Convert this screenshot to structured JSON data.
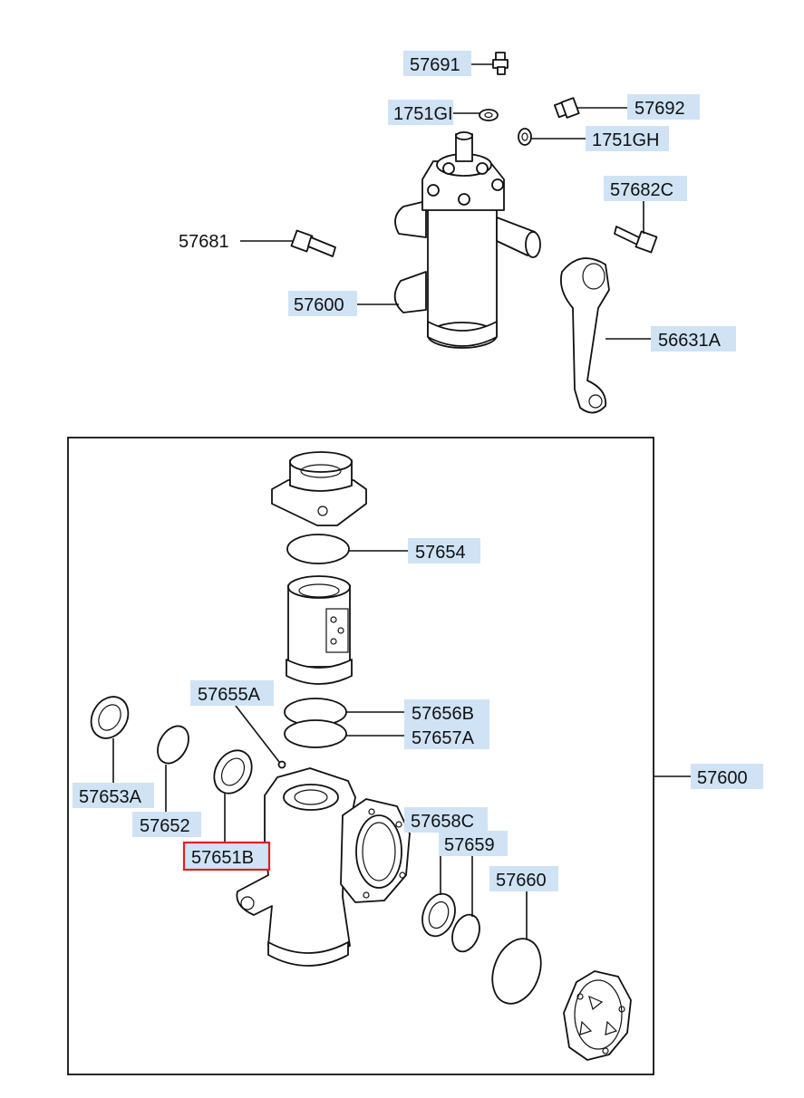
{
  "diagram": {
    "labels": {
      "p57691": "57691",
      "p1751gi": "1751GI",
      "p57692": "57692",
      "p1751gh": "1751GH",
      "p57682c": "57682C",
      "p57681": "57681",
      "p57600_top": "57600",
      "p56631a": "56631A",
      "p57654": "57654",
      "p57655a": "57655A",
      "p57656b": "57656B",
      "p57657a": "57657A",
      "p57653a": "57653A",
      "p57652": "57652",
      "p57651b": "57651B",
      "p57658c": "57658C",
      "p57659": "57659",
      "p57660": "57660",
      "p57600_box": "57600"
    },
    "highlighted_part": "57651B",
    "colors": {
      "label_background": "#cfe3f5",
      "highlight_border": "#e02020",
      "line": "#111111"
    }
  }
}
